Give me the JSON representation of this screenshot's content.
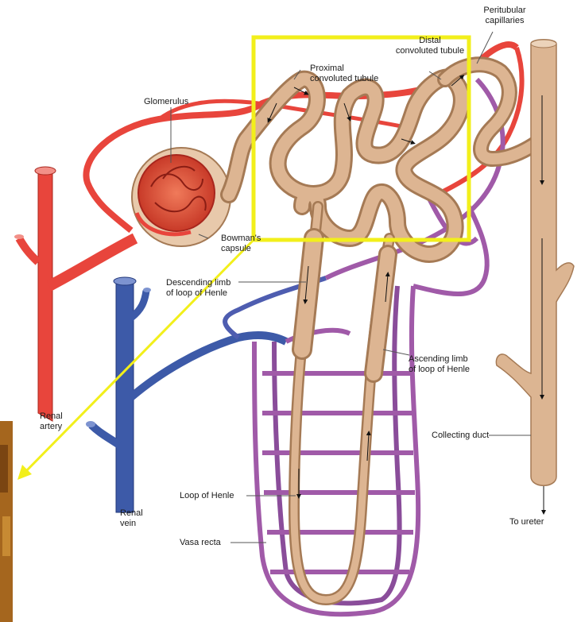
{
  "labels": {
    "peritubular": [
      "Peritubular",
      "capillaries"
    ],
    "distal": [
      "Distal",
      "convoluted tubule"
    ],
    "proximal": [
      "Proximal",
      "convoluted tubule"
    ],
    "glomerulus": "Glomerulus",
    "bowmans": [
      "Bowman's",
      "capsule"
    ],
    "descending": [
      "Descending limb",
      "of loop of Henle"
    ],
    "ascending": [
      "Ascending limb",
      "of loop of Henle"
    ],
    "renal_artery": [
      "Renal",
      "artery"
    ],
    "renal_vein": [
      "Renal",
      "vein"
    ],
    "collecting_duct": "Collecting duct",
    "loop_of_henle": "Loop of Henle",
    "vasa_recta": "Vasa recta",
    "to_ureter": "To ureter"
  },
  "colors": {
    "artery": "#e8453c",
    "vein": "#3d5aa8",
    "capillary": "#a05aa8",
    "tubule": "#d9b08c",
    "highlight": "#f2ef1b"
  }
}
